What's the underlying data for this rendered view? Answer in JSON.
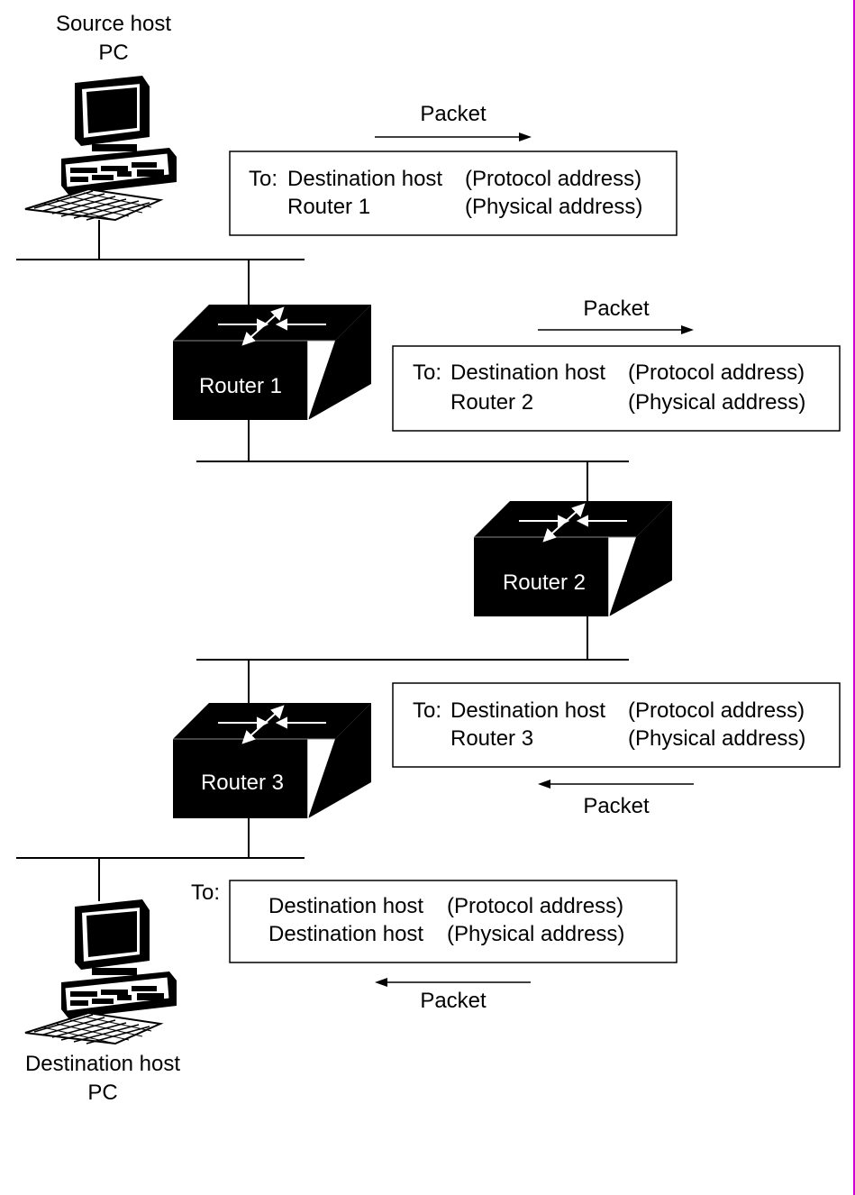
{
  "source_host": {
    "line1": "Source host",
    "line2": "PC"
  },
  "destination_host": {
    "line1": "Destination host",
    "line2": "PC"
  },
  "routers": [
    {
      "label": "Router 1"
    },
    {
      "label": "Router 2"
    },
    {
      "label": "Router 3"
    }
  ],
  "packets": [
    {
      "packet_label": "Packet",
      "direction": "right",
      "to_label": "To:",
      "row1_name": "Destination host",
      "row1_type": "(Protocol address)",
      "row2_name": "Router 1",
      "row2_type": "(Physical address)"
    },
    {
      "packet_label": "Packet",
      "direction": "right",
      "to_label": "To:",
      "row1_name": "Destination host",
      "row1_type": "(Protocol address)",
      "row2_name": "Router 2",
      "row2_type": "(Physical address)"
    },
    {
      "packet_label": "Packet",
      "direction": "left",
      "to_label": "To:",
      "row1_name": "Destination host",
      "row1_type": "(Protocol address)",
      "row2_name": "Router 3",
      "row2_type": "(Physical address)"
    },
    {
      "packet_label": "Packet",
      "direction": "left",
      "to_label": "To:",
      "row1_name": "Destination host",
      "row1_type": "(Protocol address)",
      "row2_name": "Destination host",
      "row2_type": "(Physical address)"
    }
  ]
}
